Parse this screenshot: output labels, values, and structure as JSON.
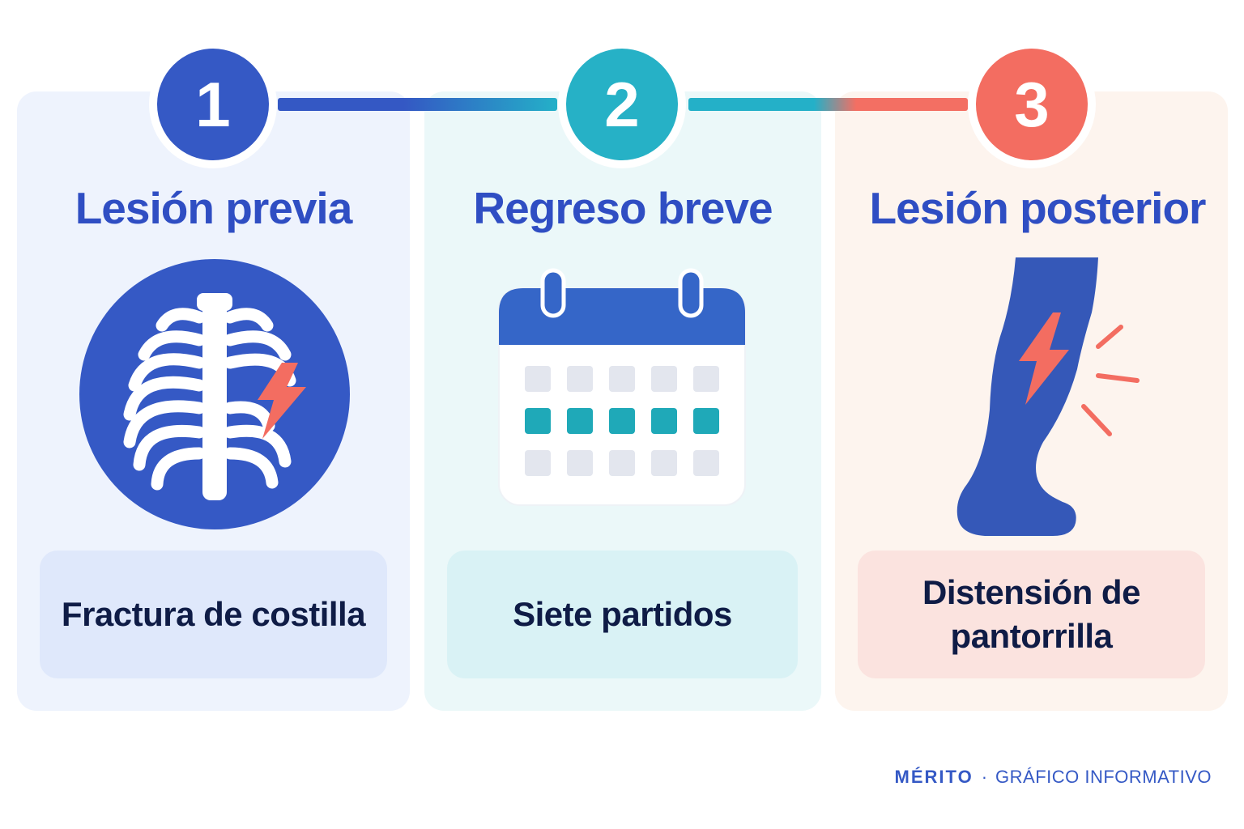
{
  "steps": [
    {
      "number": "1",
      "title": "Lesión previa",
      "description": "Fractura de costilla",
      "icon": "ribcage-fracture-icon",
      "color": "#3559c5"
    },
    {
      "number": "2",
      "title": "Regreso breve",
      "description": "Siete partidos",
      "icon": "calendar-icon",
      "color": "#26b1c6"
    },
    {
      "number": "3",
      "title": "Lesión posterior",
      "description_line1": "Distensión de",
      "description_line2": "pantorrilla",
      "icon": "calf-strain-icon",
      "color": "#f36d61"
    }
  ],
  "footer": {
    "brand": "MÉRITO",
    "separator": "·",
    "tagline": "GRÁFICO INFORMATIVO"
  }
}
